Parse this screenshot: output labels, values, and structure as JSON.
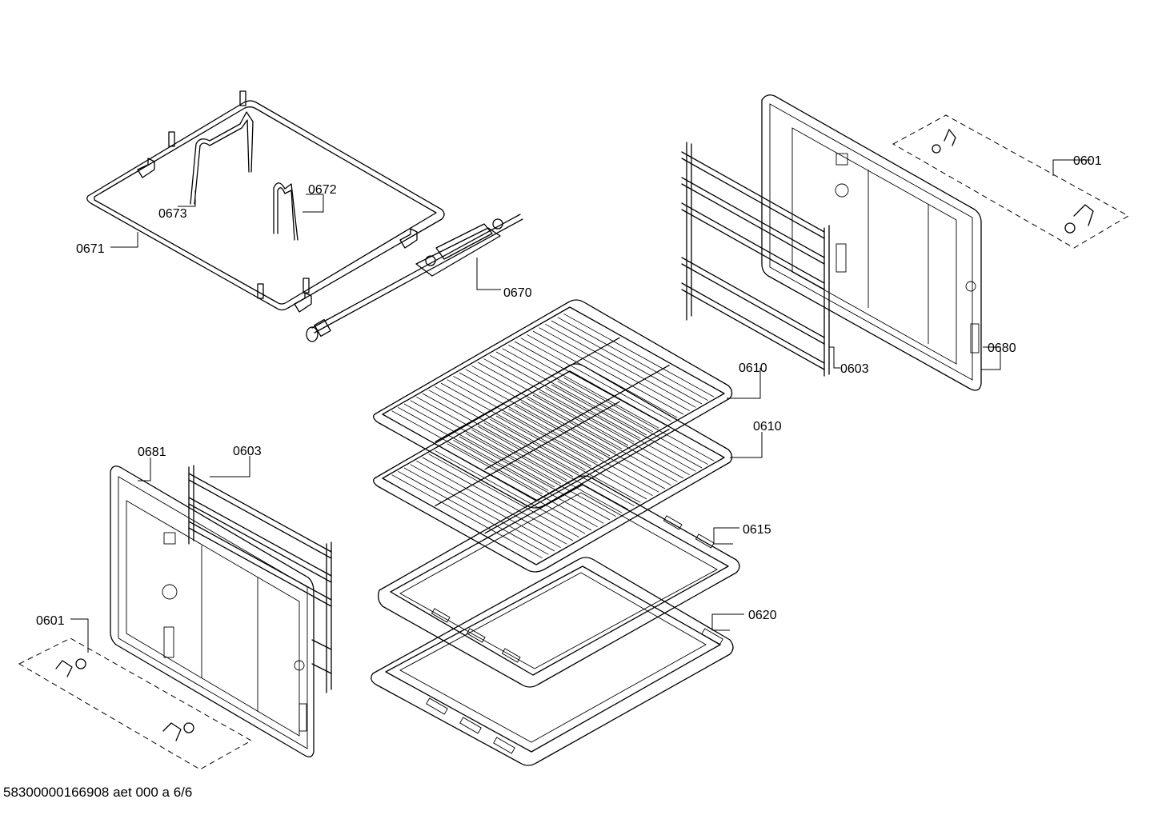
{
  "labels": {
    "l0601_top": "0601",
    "l0601_bottom": "0601",
    "l0603_right": "0603",
    "l0603_left": "0603",
    "l0610_a": "0610",
    "l0610_b": "0610",
    "l0615": "0615",
    "l0620": "0620",
    "l0670": "0670",
    "l0671": "0671",
    "l0672": "0672",
    "l0673": "0673",
    "l0680": "0680",
    "l0681": "0681"
  },
  "footer": {
    "text": "58300000166908 aet 000 a 6/6"
  }
}
